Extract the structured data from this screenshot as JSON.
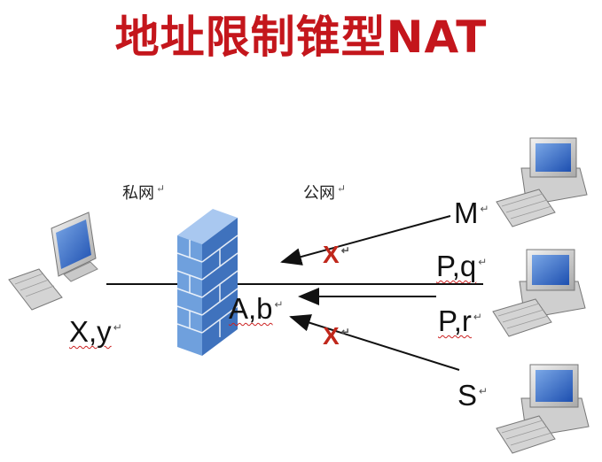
{
  "title": "地址限制锥型NAT",
  "zones": {
    "private": "私网",
    "public": "公网"
  },
  "nodes": {
    "internal": "X,y",
    "nat": "A,b",
    "host_m": "M",
    "host_pq": "P,q",
    "host_pr": "P,r",
    "host_s": "S"
  },
  "blocked_mark": "X",
  "paragraph_mark": "↵",
  "colors": {
    "title": "#c4161c",
    "blocked": "#c0271b",
    "wall": "#5a8fd0"
  }
}
